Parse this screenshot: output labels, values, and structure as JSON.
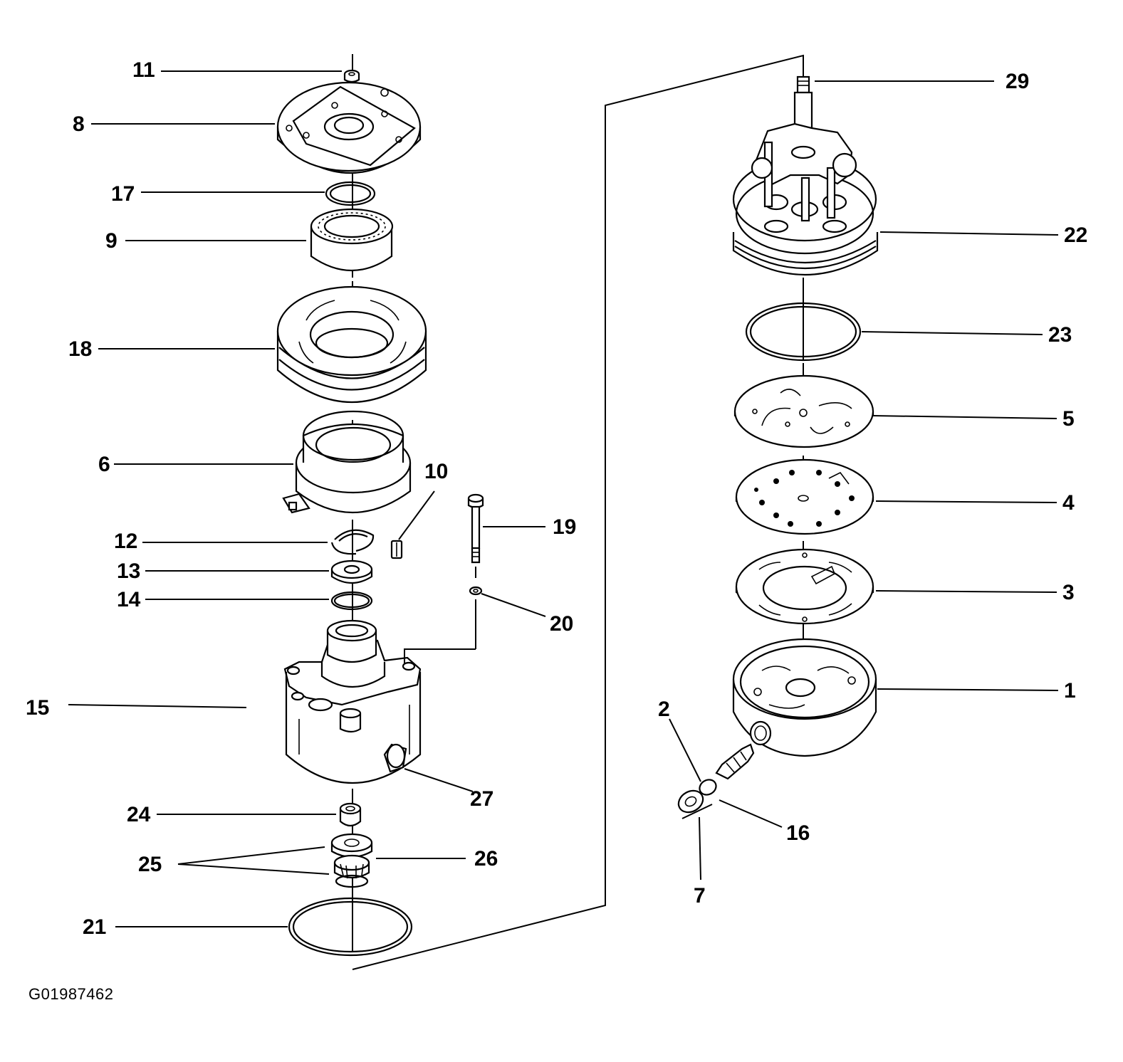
{
  "figure_code": "G01987462",
  "callouts": {
    "c1": "1",
    "c2": "2",
    "c3": "3",
    "c4": "4",
    "c5": "5",
    "c6": "6",
    "c7": "7",
    "c8": "8",
    "c9": "9",
    "c10": "10",
    "c11": "11",
    "c12": "12",
    "c13": "13",
    "c14": "14",
    "c15": "15",
    "c16": "16",
    "c17": "17",
    "c18": "18",
    "c19": "19",
    "c20": "20",
    "c21": "21",
    "c22": "22",
    "c23": "23",
    "c24": "24",
    "c25": "25",
    "c26": "26",
    "c27": "27",
    "c29": "29"
  }
}
